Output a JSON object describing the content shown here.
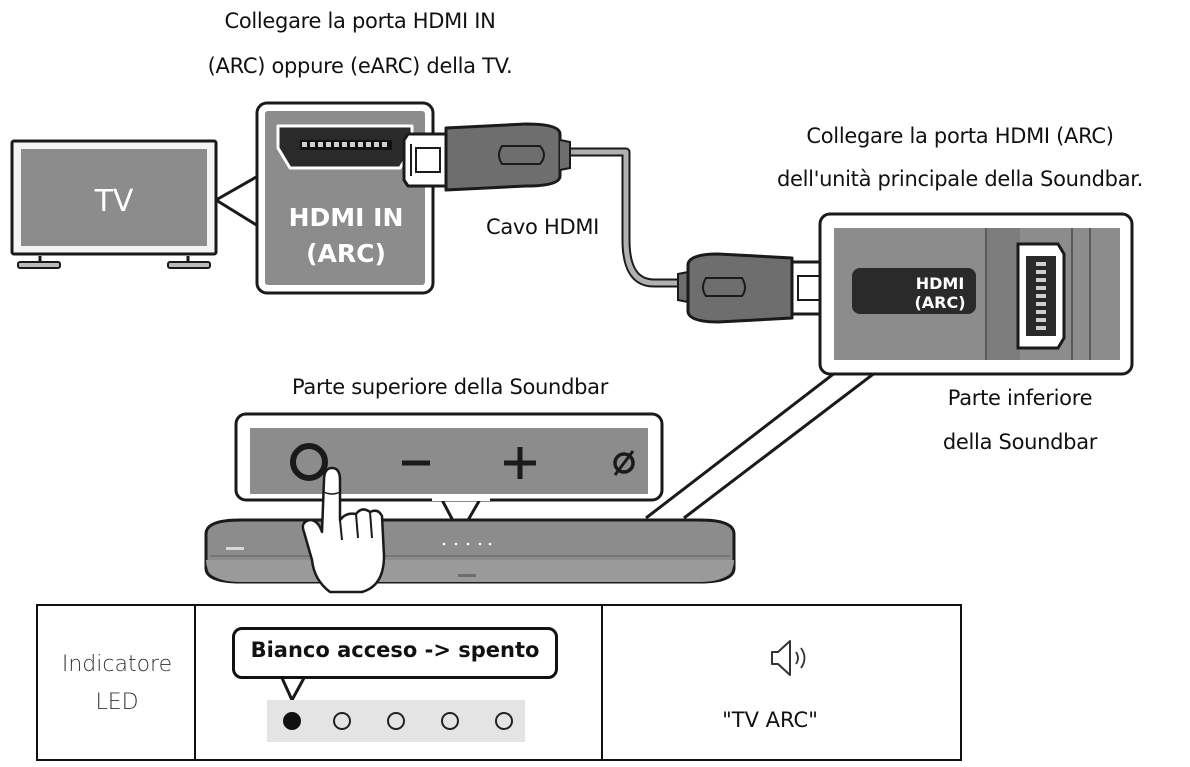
{
  "tv": {
    "label": "TV"
  },
  "tv_port": {
    "caption_line1": "Collegare la porta HDMI IN",
    "caption_line2": "(ARC) oppure (eARC) della TV.",
    "port_label_line1": "HDMI IN",
    "port_label_line2": "(ARC)"
  },
  "cable": {
    "label": "Cavo HDMI"
  },
  "soundbar_port": {
    "caption_line1": "Collegare la porta HDMI (ARC)",
    "caption_line2": "dell'unità principale della Soundbar.",
    "port_label_line1": "HDMI",
    "port_label_line2": "(ARC)"
  },
  "soundbar_top": {
    "caption": "Parte superiore della Soundbar",
    "buttons": [
      "O",
      "−",
      "+",
      "⌀"
    ]
  },
  "soundbar_bottom": {
    "caption_line1": "Parte inferiore",
    "caption_line2": "della Soundbar"
  },
  "led_table": {
    "row_label_line1": "Indicatore",
    "row_label_line2": "LED",
    "status_bubble": "Bianco acceso -> spento",
    "voice_prompt": "\"TV ARC\"",
    "speaker_icon": "speaker-sound-icon"
  },
  "colors": {
    "panel_gray": "#8c8c8c",
    "dark_gray": "#555555",
    "outline": "#1a1a1a"
  }
}
